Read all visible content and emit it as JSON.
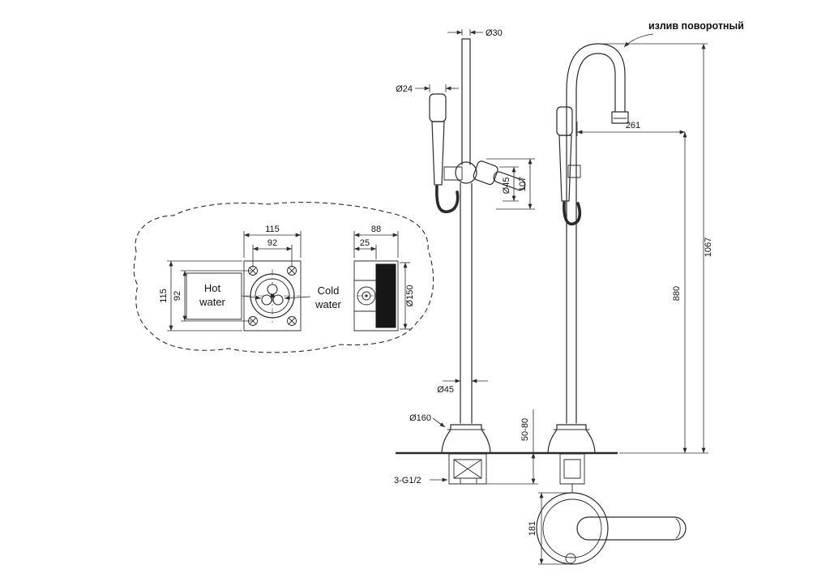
{
  "page": {
    "background": "#ffffff",
    "line_color": "#2b2b2b"
  },
  "annotations": {
    "spout_label": "излив поворотный",
    "thread_label": "3-G1/2",
    "hot_water_line1": "Hot",
    "hot_water_line2": "water",
    "cold_water_line1": "Cold",
    "cold_water_line2": "water"
  },
  "dims_front": {
    "spout_top_diameter": "Ø30",
    "handshower_diameter": "Ø24",
    "cartridge_diameter": "Ø45",
    "cartridge_height": "107",
    "riser_diameter": "Ø45",
    "base_diameter": "Ø160",
    "floor_mount_depth": "50-80"
  },
  "dims_side": {
    "spout_reach": "261",
    "total_height": "1067",
    "spout_height": "880",
    "handle_length": "181"
  },
  "dims_install_box": {
    "outer_width": "115",
    "inner_width": "92",
    "outer_height": "115",
    "inner_height": "92",
    "depth": "88",
    "inner_depth": "25",
    "plate_diameter": "Ø150"
  }
}
